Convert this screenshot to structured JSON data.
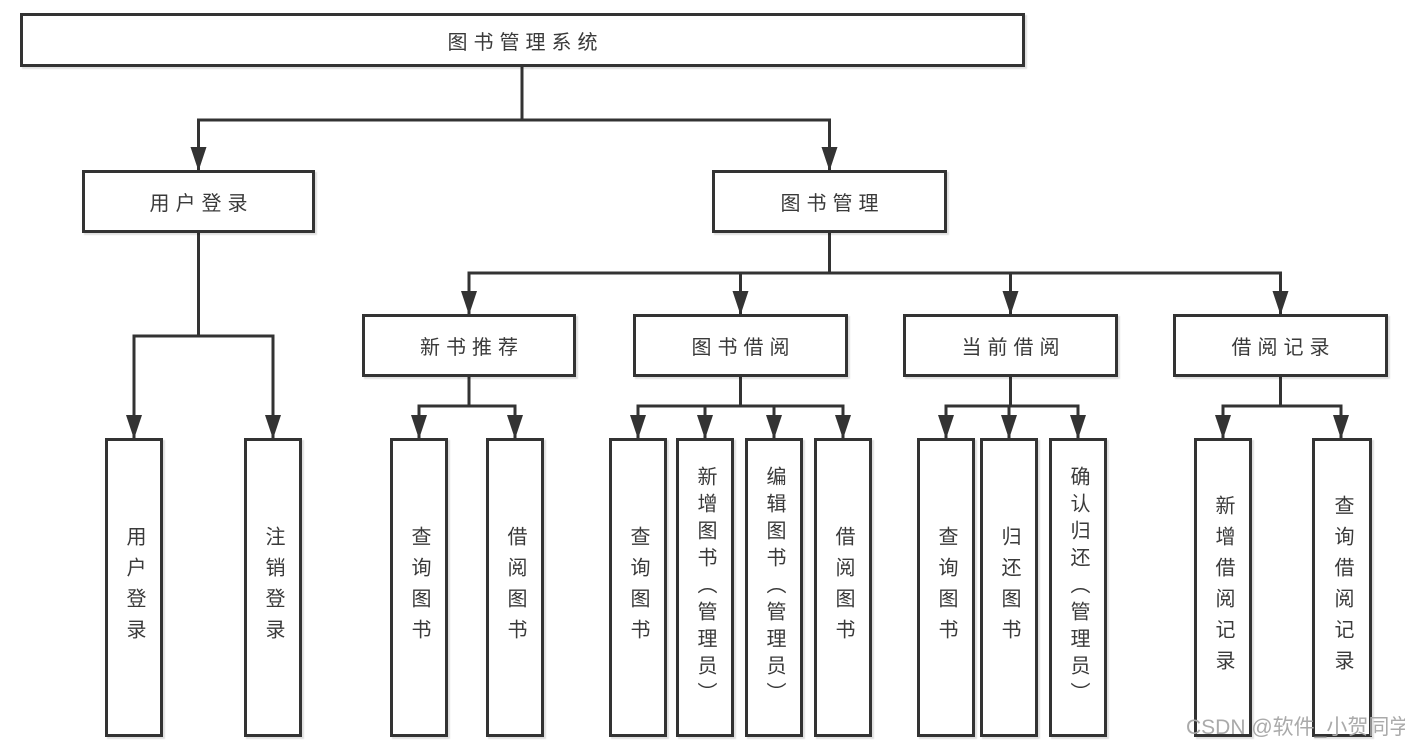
{
  "diagram": {
    "watermark": "CSDN @软件_小贺同学",
    "colors": {
      "line": "#333333",
      "box_border": "#333333",
      "text": "#3a3a3a",
      "watermark": "#aaaaaa",
      "background": "#ffffff"
    },
    "tree": {
      "label": "图书管理系统",
      "children": [
        {
          "label": "用户登录",
          "children": [
            {
              "label": "用户登录"
            },
            {
              "label": "注销登录"
            }
          ]
        },
        {
          "label": "图书管理",
          "children": [
            {
              "label": "新书推荐",
              "children": [
                {
                  "label": "查询图书"
                },
                {
                  "label": "借阅图书"
                }
              ]
            },
            {
              "label": "图书借阅",
              "children": [
                {
                  "label": "查询图书"
                },
                {
                  "label": "新增图书（管理员）"
                },
                {
                  "label": "编辑图书（管理员）"
                },
                {
                  "label": "借阅图书"
                }
              ]
            },
            {
              "label": "当前借阅",
              "children": [
                {
                  "label": "查询图书"
                },
                {
                  "label": "归还图书"
                },
                {
                  "label": "确认归还（管理员）"
                }
              ]
            },
            {
              "label": "借阅记录",
              "children": [
                {
                  "label": "新增借阅记录"
                },
                {
                  "label": "查询借阅记录"
                }
              ]
            }
          ]
        }
      ]
    }
  }
}
